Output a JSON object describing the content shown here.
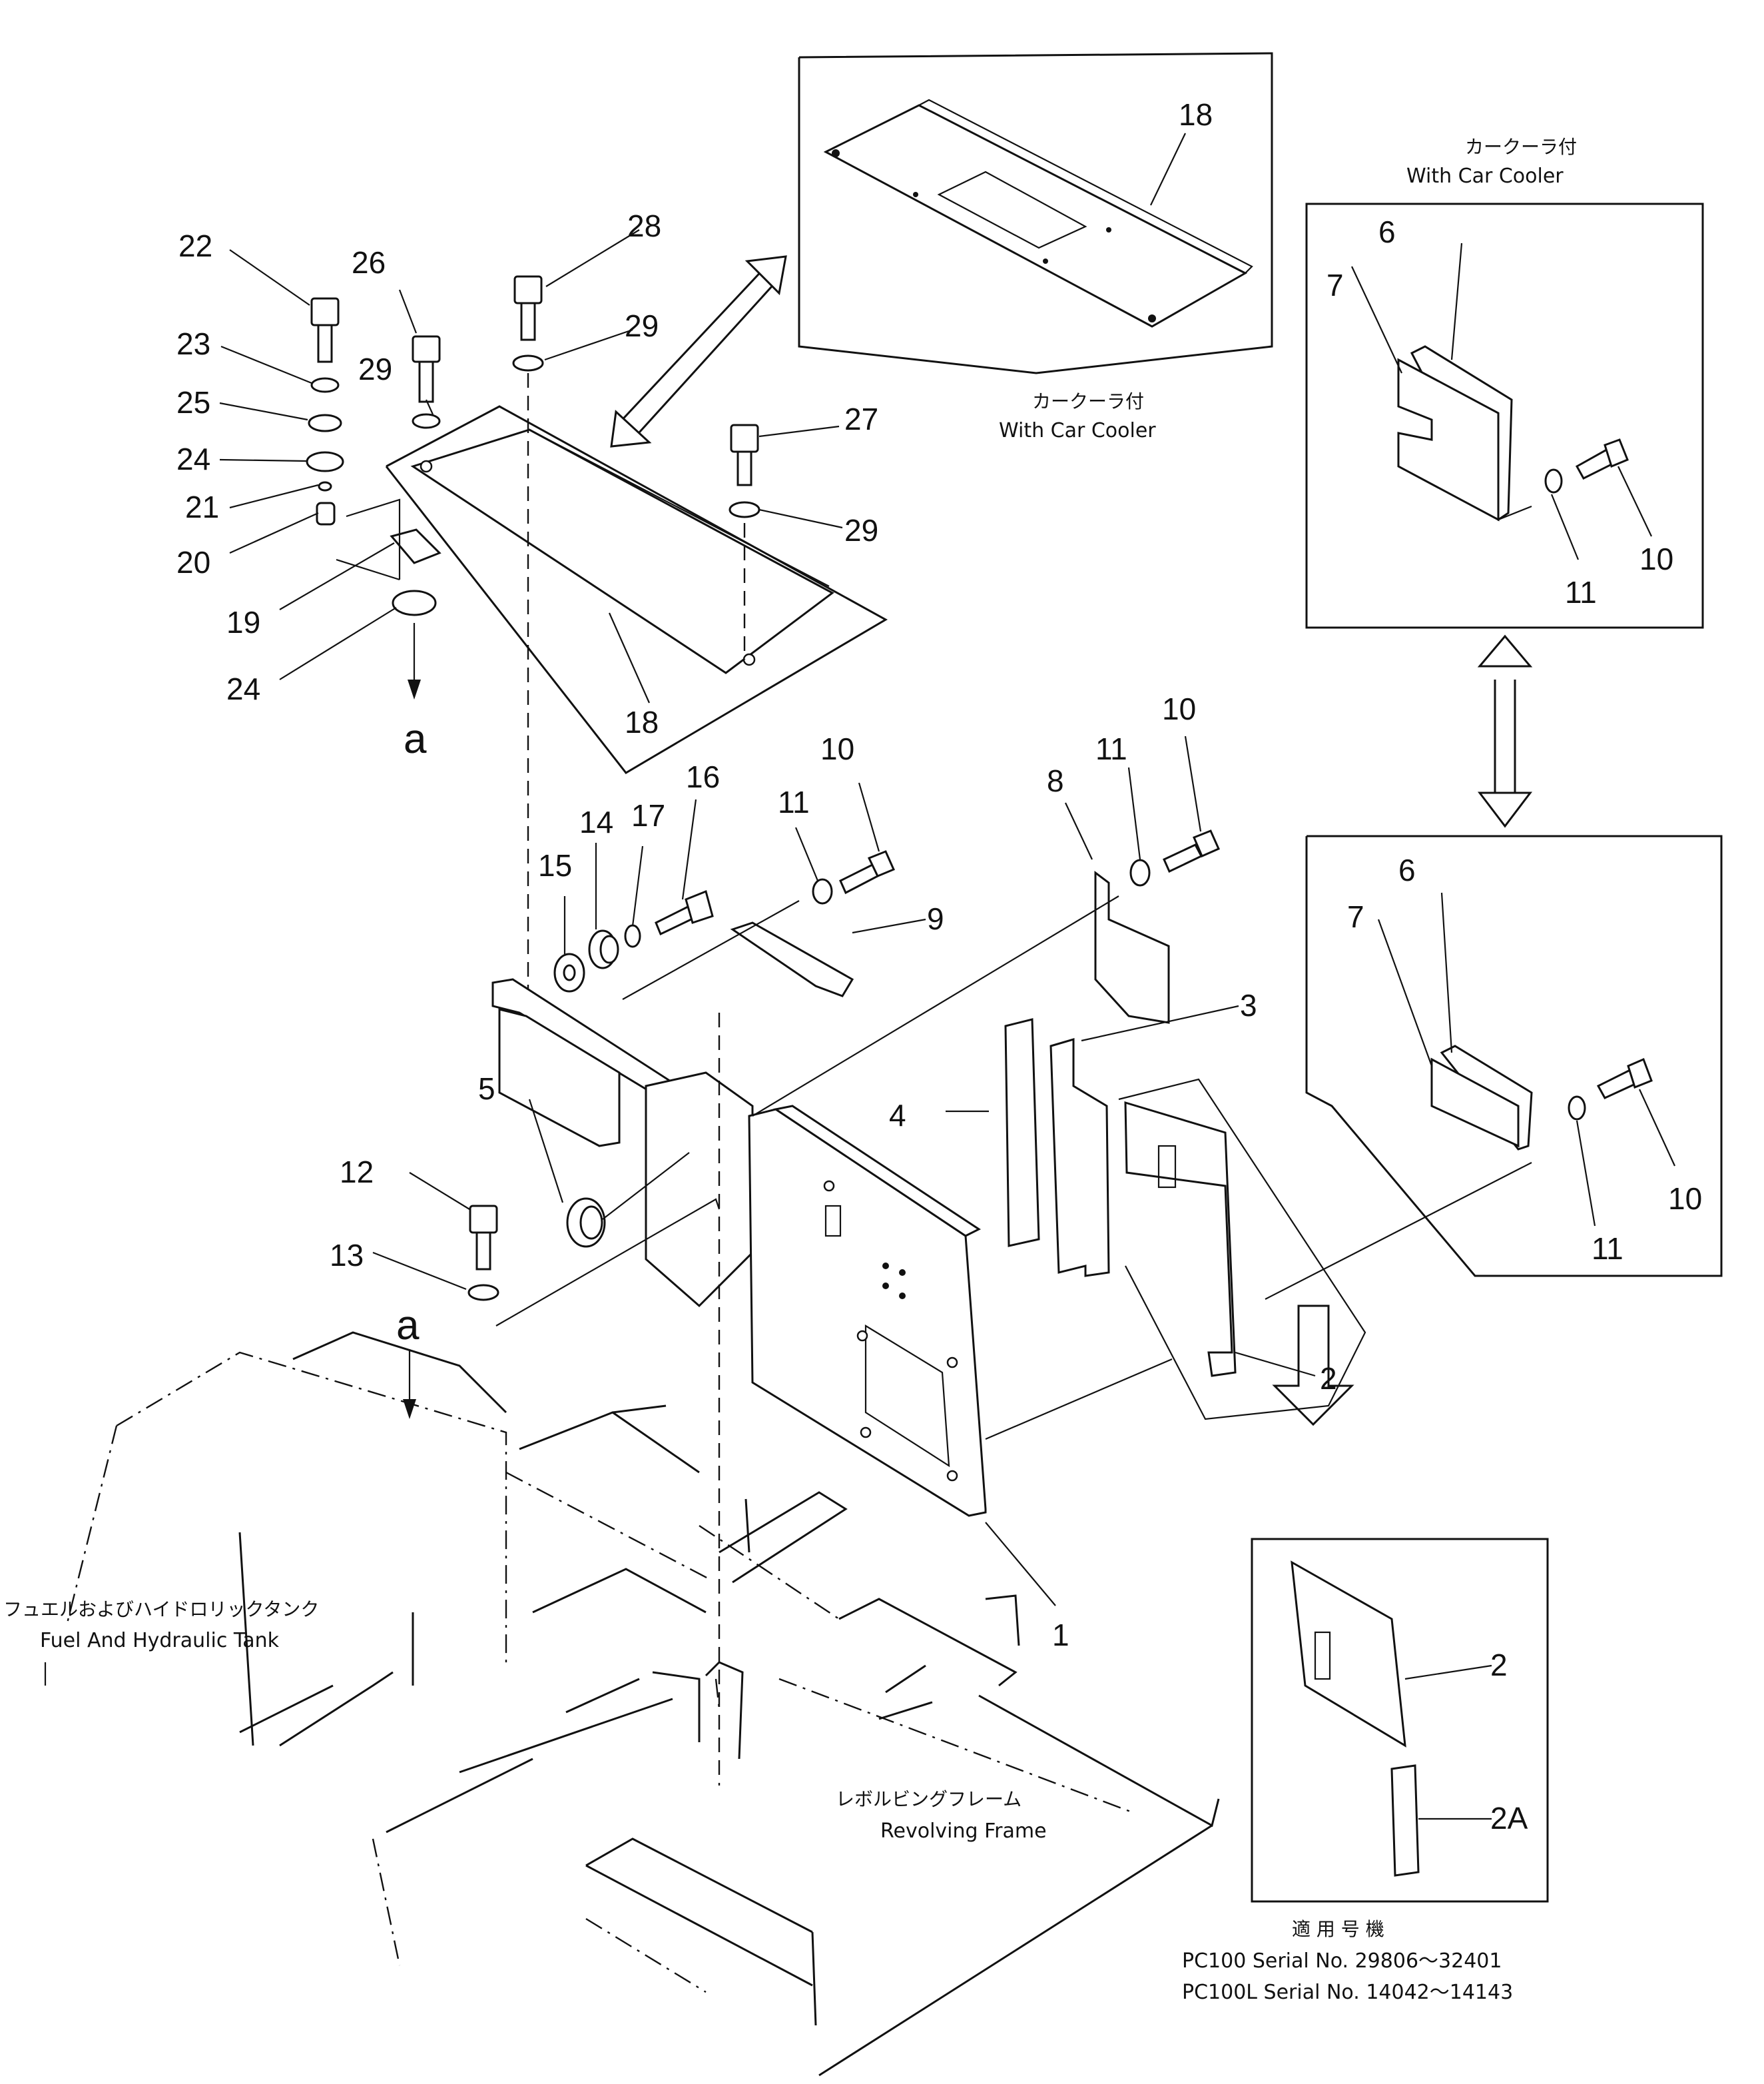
{
  "callouts": {
    "n1": "1",
    "n2": "2",
    "n2a": "2A",
    "n3": "3",
    "n4": "4",
    "n5": "5",
    "n6": "6",
    "n7": "7",
    "n8": "8",
    "n9": "9",
    "n10": "10",
    "n11": "11",
    "n12": "12",
    "n13": "13",
    "n14": "14",
    "n15": "15",
    "n16": "16",
    "n17": "17",
    "n18": "18",
    "n19": "19",
    "n20": "20",
    "n21": "21",
    "n22": "22",
    "n23": "23",
    "n24": "24",
    "n25": "25",
    "n26": "26",
    "n27": "27",
    "n28": "28",
    "n29": "29"
  },
  "markers": {
    "a": "a"
  },
  "labels": {
    "car_cooler_jp": "カークーラ付",
    "car_cooler_en": "With Car Cooler",
    "fuel_tank_jp": "フュエルおよびハイドロリックタンク",
    "fuel_tank_en": "Fuel And Hydraulic Tank",
    "frame_jp": "レボルビングフレーム",
    "frame_en": "Revolving Frame",
    "applicable_jp": "適 用 号 機",
    "serial_pc100": "PC100   Serial No. 29806～32401",
    "serial_pc100l": "PC100L Serial No. 14042～14143"
  }
}
